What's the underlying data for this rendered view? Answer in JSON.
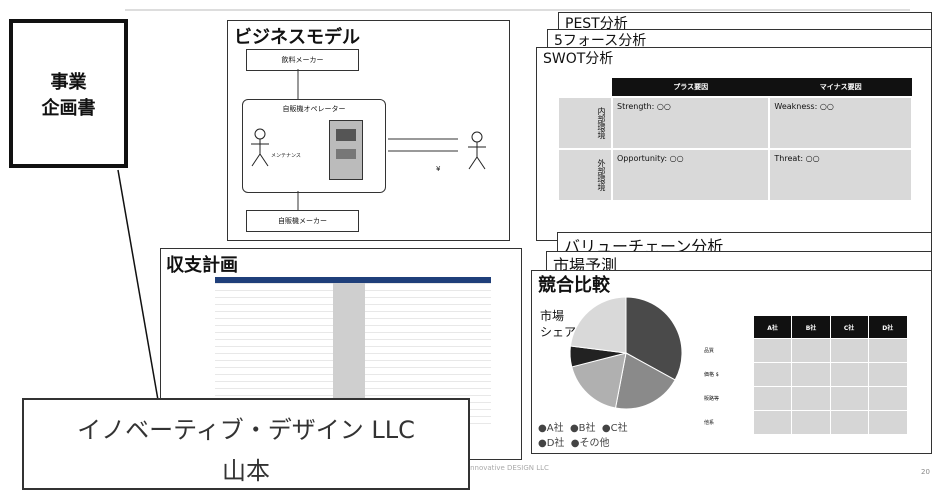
{
  "left_box": {
    "line1": "事業",
    "line2": "企画書"
  },
  "business_model": {
    "title": "ビジネスモデル",
    "top_box": "飲料メーカー",
    "operator": "自販機オペレーター",
    "bottom_box": "自販機メーカー",
    "maintenance": "メンテナンス",
    "yen": "¥"
  },
  "stack_right_top": {
    "pest": "PEST分析",
    "five_forces": "5フォース分析",
    "swot": {
      "title": "SWOT分析",
      "col_plus": "プラス要因",
      "col_minus": "マイナス要因",
      "row_internal": "内部環境",
      "row_external": "外部環境",
      "strength": "Strength: ○○",
      "weakness": "Weakness: ○○",
      "opportunity": "Opportunity: ○○",
      "threat": "Threat: ○○"
    }
  },
  "income": {
    "title": "収支計画"
  },
  "stack_right_bottom": {
    "value_chain": "バリューチェーン分析",
    "market": "市場予測",
    "compare": {
      "title": "競合比較",
      "share_label_1": "市場",
      "share_label_2": "シェア",
      "headers": [
        "",
        "A社",
        "B社",
        "C社",
        "D社"
      ],
      "rows": [
        "品質",
        "価格 $",
        "販路等",
        "他系"
      ],
      "legend_a": "●A社",
      "legend_b": "●B社",
      "legend_c": "●C社",
      "legend_d": "●D社",
      "legend_other": "●その他"
    }
  },
  "footer": {
    "company_small": "Innovative DESIGN LLC",
    "page_no": "20"
  },
  "caption": {
    "line1": "イノベーティブ・デザイン LLC",
    "line2": "山本"
  },
  "chart_data": {
    "type": "pie",
    "categories": [
      "A社",
      "B社",
      "C社",
      "D社",
      "その他"
    ],
    "values": [
      33,
      20,
      18,
      6,
      23
    ],
    "colors": [
      "#4a4a4a",
      "#8a8a8a",
      "#b0b0b0",
      "#222222",
      "#d9d9d9"
    ]
  }
}
